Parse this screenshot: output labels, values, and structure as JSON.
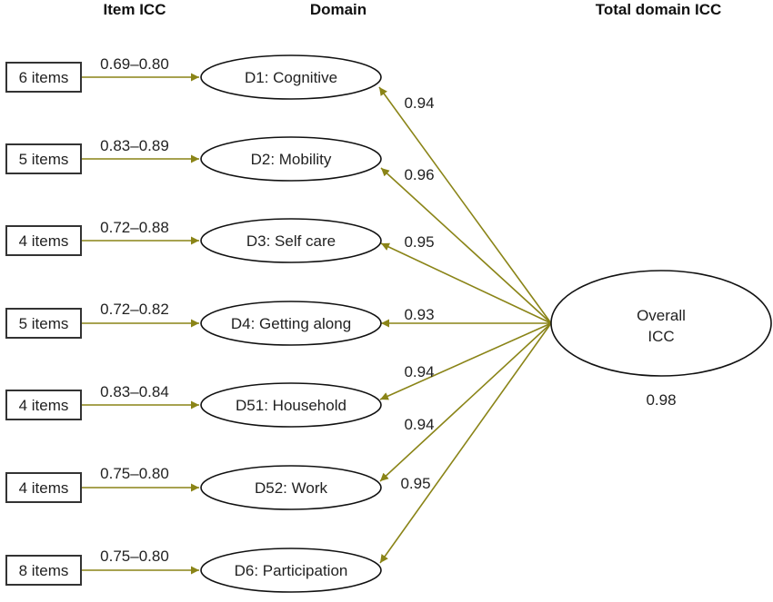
{
  "headers": {
    "item_icc": "Item ICC",
    "domain": "Domain",
    "total_domain_icc": "Total domain ICC"
  },
  "colors": {
    "arrow": "#8a8417",
    "text": "#222222",
    "outline": "#111111"
  },
  "rows": [
    {
      "items": "6 items",
      "item_icc": "0.69–0.80",
      "domain": "D1: Cognitive",
      "domain_icc": "0.94"
    },
    {
      "items": "5 items",
      "item_icc": "0.83–0.89",
      "domain": "D2: Mobility",
      "domain_icc": "0.96"
    },
    {
      "items": "4 items",
      "item_icc": "0.72–0.88",
      "domain": "D3: Self care",
      "domain_icc": "0.95"
    },
    {
      "items": "5 items",
      "item_icc": "0.72–0.82",
      "domain": "D4: Getting along",
      "domain_icc": "0.93"
    },
    {
      "items": "4 items",
      "item_icc": "0.83–0.84",
      "domain": "D51: Household",
      "domain_icc": "0.94"
    },
    {
      "items": "4 items",
      "item_icc": "0.75–0.80",
      "domain": "D52: Work",
      "domain_icc": "0.94"
    },
    {
      "items": "8 items",
      "item_icc": "0.75–0.80",
      "domain": "D6: Participation",
      "domain_icc": "0.95"
    }
  ],
  "overall": {
    "line1": "Overall",
    "line2": "ICC",
    "value": "0.98"
  }
}
